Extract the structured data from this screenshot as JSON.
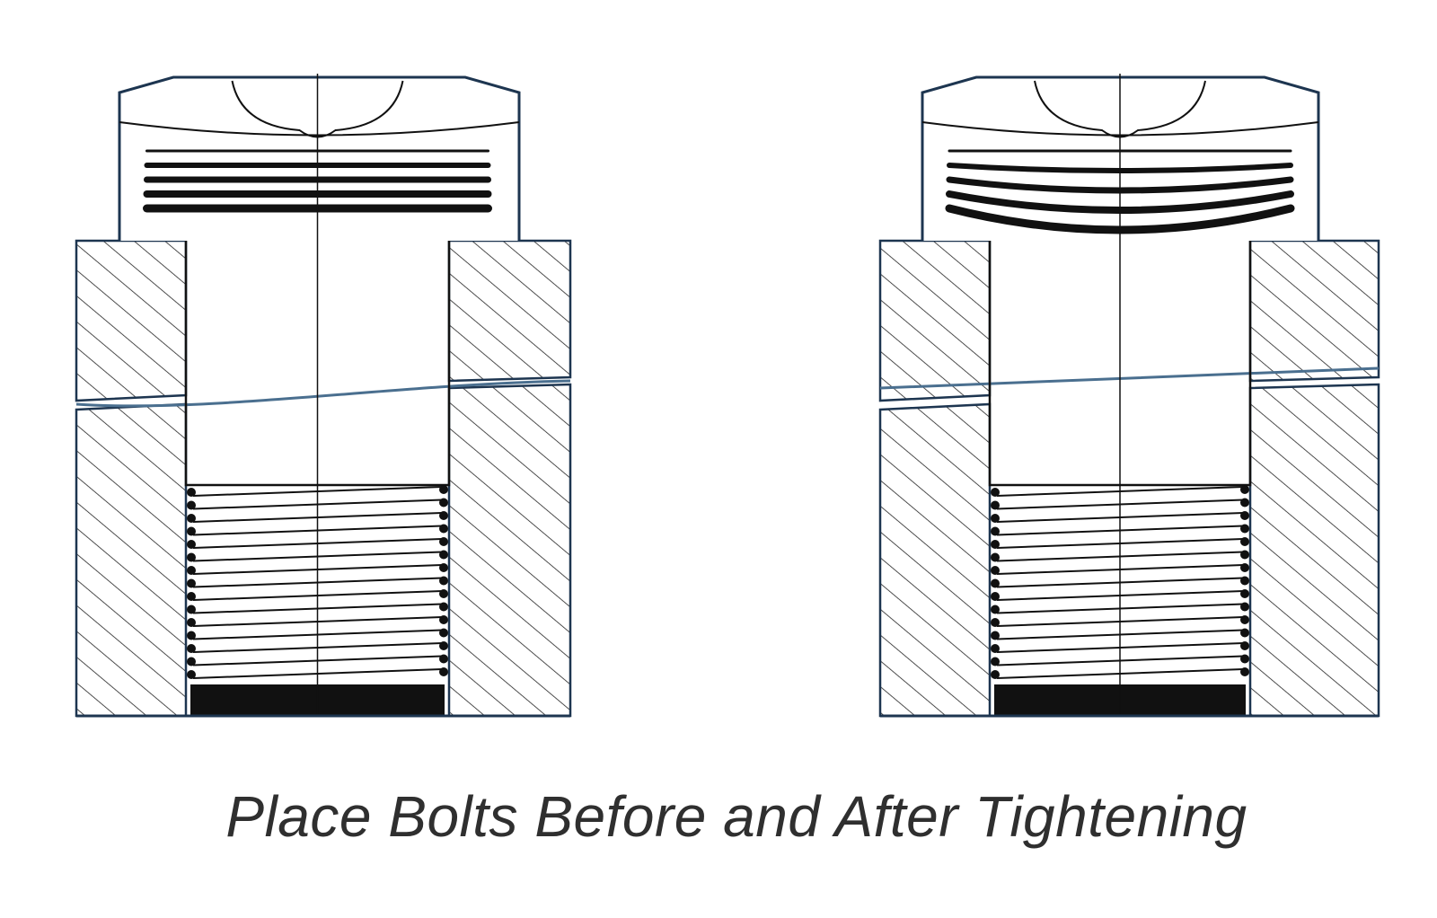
{
  "caption": "Place Bolts Before and After Tightening",
  "figures": [
    {
      "id": "before",
      "state": "before tightening"
    },
    {
      "id": "after",
      "state": "after tightening"
    }
  ],
  "colors": {
    "ink": "#111111",
    "outline": "#1d3550",
    "split": "#4a6f8f",
    "caption": "#2f2f2f"
  }
}
